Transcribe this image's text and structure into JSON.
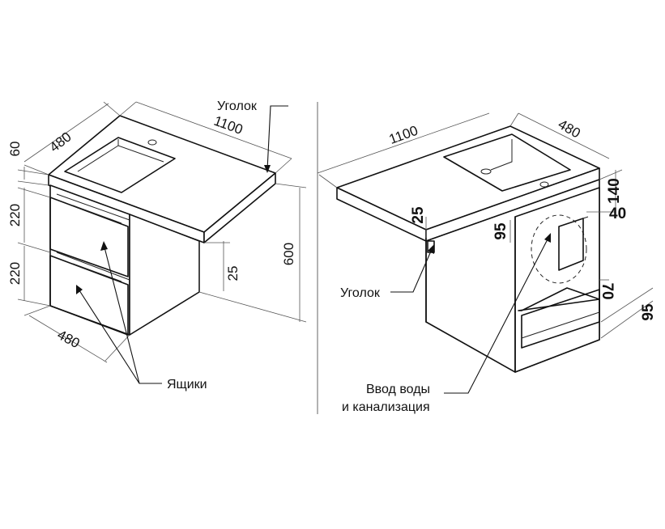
{
  "left_view": {
    "dims": {
      "width": "1100",
      "depth": "480",
      "top_thickness": "60",
      "drawer_upper": "220",
      "drawer_lower": "220",
      "height": "600",
      "gap": "25",
      "bottom_depth": "480"
    },
    "labels": {
      "corner": "Уголок",
      "drawers": "Ящики"
    }
  },
  "right_view": {
    "dims": {
      "width": "1100",
      "depth": "480",
      "d140": "140",
      "d40": "40",
      "d25": "25",
      "d95_left": "95",
      "d70": "70",
      "d95_right": "95"
    },
    "labels": {
      "corner": "Уголок",
      "inlet_line1": "Ввод воды",
      "inlet_line2": "и канализация"
    }
  },
  "colors": {
    "line": "#111111",
    "background": "#ffffff"
  }
}
